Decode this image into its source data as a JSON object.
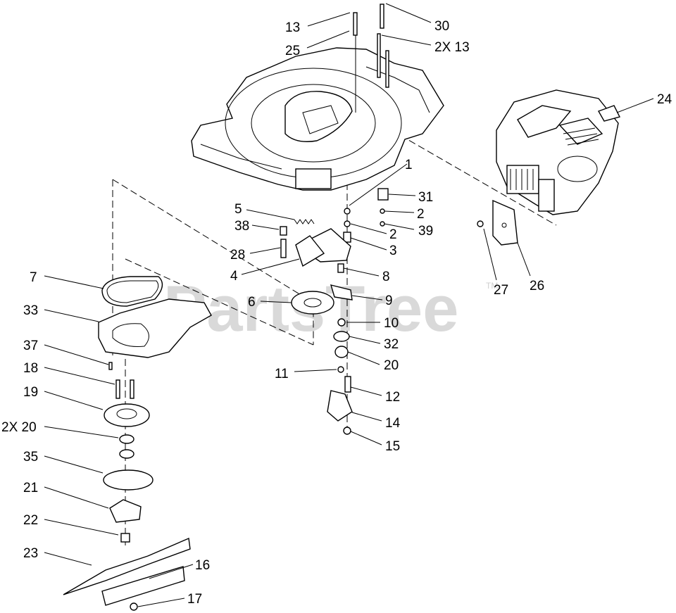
{
  "watermark": {
    "text": "PartsTree",
    "trademark": "TM"
  },
  "callouts": [
    {
      "id": "c13a",
      "text": "13"
    },
    {
      "id": "c30",
      "text": "30"
    },
    {
      "id": "c25",
      "text": "25"
    },
    {
      "id": "c2x13",
      "text": "2X 13"
    },
    {
      "id": "c24",
      "text": "24"
    },
    {
      "id": "c1",
      "text": "1"
    },
    {
      "id": "c31",
      "text": "31"
    },
    {
      "id": "c2a",
      "text": "2"
    },
    {
      "id": "c2b",
      "text": "2"
    },
    {
      "id": "c39",
      "text": "39"
    },
    {
      "id": "c3",
      "text": "3"
    },
    {
      "id": "c5",
      "text": "5"
    },
    {
      "id": "c38",
      "text": "38"
    },
    {
      "id": "c28",
      "text": "28"
    },
    {
      "id": "c4",
      "text": "4"
    },
    {
      "id": "c8",
      "text": "8"
    },
    {
      "id": "c27",
      "text": "27"
    },
    {
      "id": "c26",
      "text": "26"
    },
    {
      "id": "c7",
      "text": "7"
    },
    {
      "id": "c6",
      "text": "6"
    },
    {
      "id": "c9",
      "text": "9"
    },
    {
      "id": "c33",
      "text": "33"
    },
    {
      "id": "c10",
      "text": "10"
    },
    {
      "id": "c32",
      "text": "32"
    },
    {
      "id": "c37",
      "text": "37"
    },
    {
      "id": "c20",
      "text": "20"
    },
    {
      "id": "c18",
      "text": "18"
    },
    {
      "id": "c11",
      "text": "11"
    },
    {
      "id": "c19",
      "text": "19"
    },
    {
      "id": "c12",
      "text": "12"
    },
    {
      "id": "c14",
      "text": "14"
    },
    {
      "id": "c2x20",
      "text": "2X 20"
    },
    {
      "id": "c15",
      "text": "15"
    },
    {
      "id": "c35",
      "text": "35"
    },
    {
      "id": "c21",
      "text": "21"
    },
    {
      "id": "c22",
      "text": "22"
    },
    {
      "id": "c23",
      "text": "23"
    },
    {
      "id": "c16",
      "text": "16"
    },
    {
      "id": "c17",
      "text": "17"
    }
  ]
}
